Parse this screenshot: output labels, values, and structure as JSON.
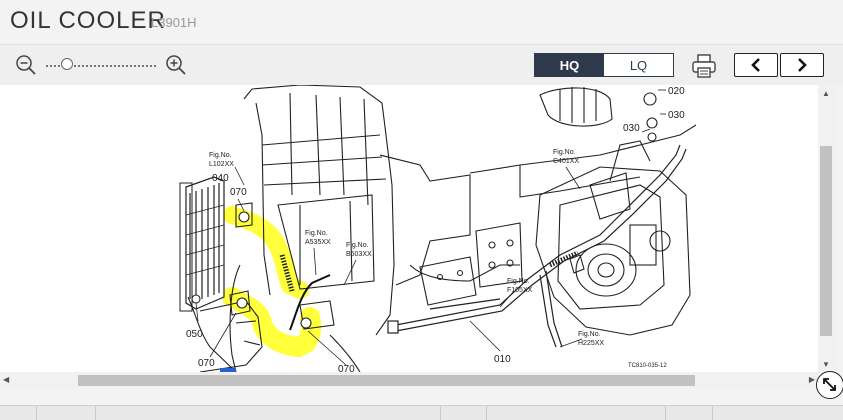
{
  "header": {
    "title": "OIL COOLER",
    "subtitle": "L3901H"
  },
  "toolbar": {
    "zoom_out_icon": "zoom-out-icon",
    "zoom_in_icon": "zoom-in-icon",
    "zoom_level": 0.15,
    "quality": {
      "hq_label": "HQ",
      "lq_label": "LQ",
      "selected": "HQ"
    },
    "print_icon": "printer-icon",
    "prev_icon": "chevron-left-icon",
    "next_icon": "chevron-right-icon"
  },
  "diagram": {
    "callouts": {
      "c020": "020",
      "c030a": "030",
      "c030b": "030",
      "c040": "040",
      "c070a": "070",
      "c070b": "070",
      "c070c": "070",
      "c050": "050",
      "c010": "010"
    },
    "figrefs": {
      "l102_a": "Fig.No.",
      "l102_b": "L102XX",
      "a535_a": "Fig.No.",
      "a535_b": "A535XX",
      "b503_a": "Fig.No.",
      "b503_b": "B503XX",
      "c401_a": "Fig.No.",
      "c401_b": "C401XX",
      "f105_a": "Fig.No.",
      "f105_b": "F105XX",
      "h225_a": "Fig.No.",
      "h225_b": "H225XX"
    },
    "drawing_code": "TC810-035-12",
    "highlight_color": "#ffff3c"
  },
  "scrollbars": {
    "up_icon": "scroll-up-arrow-icon",
    "down_icon": "scroll-down-arrow-icon",
    "left_icon": "scroll-left-arrow-icon",
    "right_icon": "scroll-right-arrow-icon"
  },
  "fullscreen_icon": "expand-arrows-icon"
}
